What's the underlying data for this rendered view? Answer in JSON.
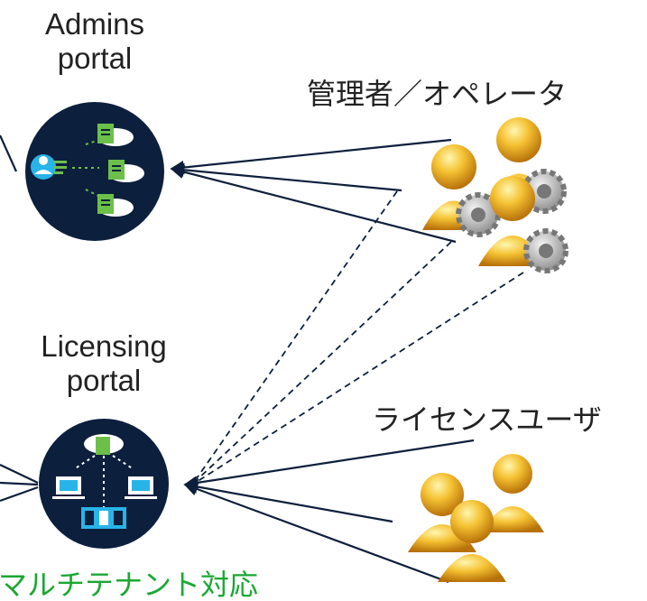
{
  "nodes": {
    "admins_portal": {
      "line1": "Admins",
      "line2": "portal",
      "icon": "admins-portal-icon"
    },
    "licensing_portal": {
      "line1": "Licensing",
      "line2": "portal",
      "icon": "licensing-portal-icon"
    },
    "admin_operators": {
      "label": "管理者／オペレータ",
      "icon": "admin-users-gear-icon"
    },
    "license_users": {
      "label": "ライセンスユーザ",
      "icon": "users-group-icon"
    }
  },
  "footer_partial": "マルチテナント対応",
  "colors": {
    "line": "#0d1f3c",
    "portal_fill": "#0c1f3d",
    "accent_blue": "#28b4e8",
    "accent_green": "#6cc04a",
    "user_gold": "#e8a21c",
    "footer_green": "#1aa832"
  }
}
